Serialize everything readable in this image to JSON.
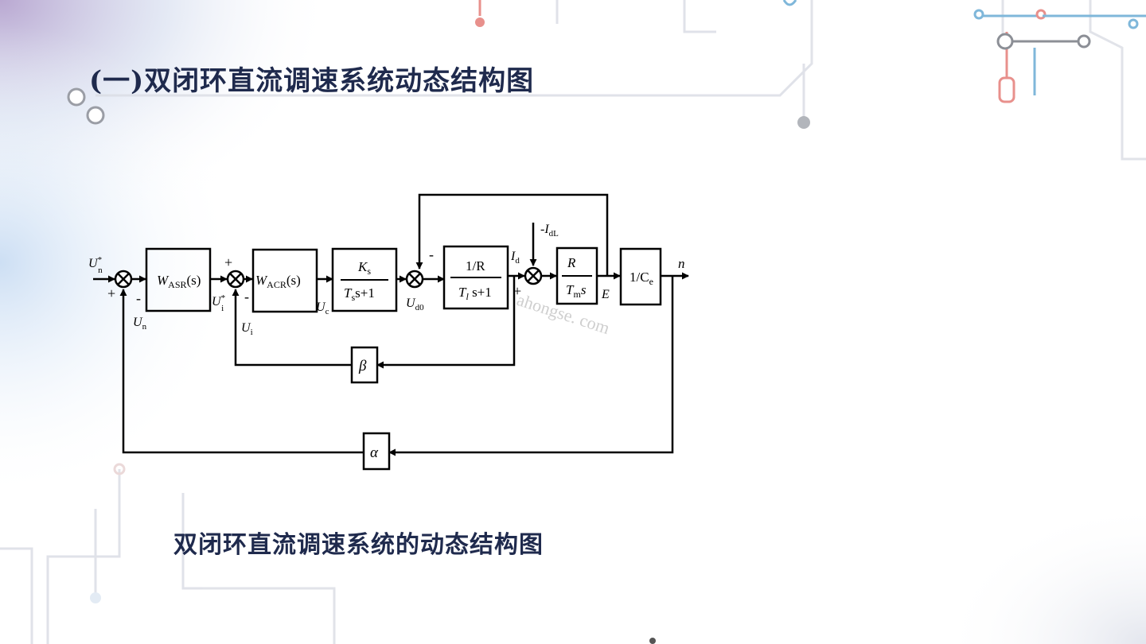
{
  "title": "(一)双闭环直流调速系统动态结构图",
  "caption": "双闭环直流调速系统的动态结构图",
  "watermark": "ahongse. com",
  "colors": {
    "title": "#1f2a4d",
    "accent_red": "#e8908c",
    "accent_blue": "#7fb7da",
    "circuit_gray": "#c9ccd4"
  },
  "diagram": {
    "blocks": {
      "asr": {
        "main": "W",
        "sub": "ASR",
        "tail": "(s)"
      },
      "acr": {
        "main": "W",
        "sub": "ACR",
        "tail": "(s)"
      },
      "converter": {
        "num_main": "K",
        "num_sub": "s",
        "den_a": "T",
        "den_sub": "s",
        "den_b": "s+1"
      },
      "armature": {
        "num": "1/R",
        "den_a": "T",
        "den_sub": "l",
        "den_b": " s+1"
      },
      "mechanical": {
        "num": "R",
        "den_a": "T",
        "den_sub": "m",
        "den_b": "s"
      },
      "emf": {
        "main": "1/C",
        "sub": "e"
      },
      "beta": "β",
      "alpha": "α"
    },
    "signals": {
      "un_ref": {
        "main": "U",
        "sup": "*",
        "sub": "n"
      },
      "un": {
        "main": "U",
        "sub": "n"
      },
      "ui_ref": {
        "main": "U",
        "sup": "*",
        "sub": "i"
      },
      "ui": {
        "main": "U",
        "sub": "i"
      },
      "uc": {
        "main": "U",
        "sub": "c"
      },
      "ud0": {
        "main": "U",
        "sub": "d0"
      },
      "id": {
        "main": "I",
        "sub": "d"
      },
      "idl": {
        "prefix": "-",
        "main": "I",
        "sub": "dL"
      },
      "e": "E",
      "n": "n"
    },
    "signs": {
      "plus": "+",
      "minus": "-"
    }
  }
}
